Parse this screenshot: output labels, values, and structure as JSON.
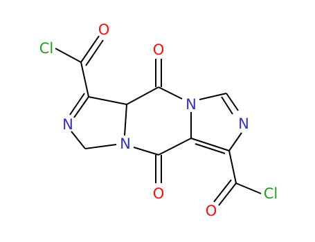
{
  "molecule": {
    "atoms": [
      {
        "id": "cl_top_left",
        "label": "Cl",
        "element": "Cl"
      },
      {
        "id": "o_acyl_top",
        "label": "O",
        "element": "O"
      },
      {
        "id": "o_keto_top",
        "label": "O",
        "element": "O"
      },
      {
        "id": "n_ring_right",
        "label": "N",
        "element": "N"
      },
      {
        "id": "n_imid_right",
        "label": "N",
        "element": "N"
      },
      {
        "id": "n_imid_left",
        "label": "N",
        "element": "N"
      },
      {
        "id": "n_ring_left",
        "label": "N",
        "element": "N"
      },
      {
        "id": "o_keto_bottom",
        "label": "O",
        "element": "O"
      },
      {
        "id": "o_acyl_bottom",
        "label": "O",
        "element": "O"
      },
      {
        "id": "cl_bottom_right",
        "label": "Cl",
        "element": "Cl"
      }
    ],
    "colors": {
      "bond": "#000000",
      "Cl": "#1fa01f",
      "O": "#ff0d0d",
      "N": "#3030c8"
    }
  }
}
